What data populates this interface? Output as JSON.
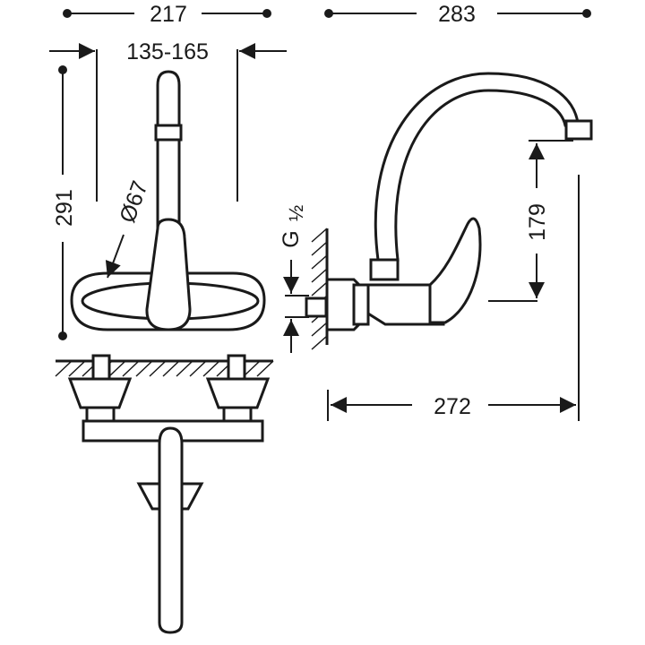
{
  "dimensions": {
    "front_width": "217",
    "front_centers": "135-165",
    "front_height": "291",
    "handle_diameter": "Ø67",
    "side_depth": "283",
    "spout_height": "179",
    "spout_reach": "272",
    "thread_g": "G",
    "thread_frac": "½"
  },
  "colors": {
    "ink": "#1a1a1a",
    "background": "#ffffff"
  }
}
